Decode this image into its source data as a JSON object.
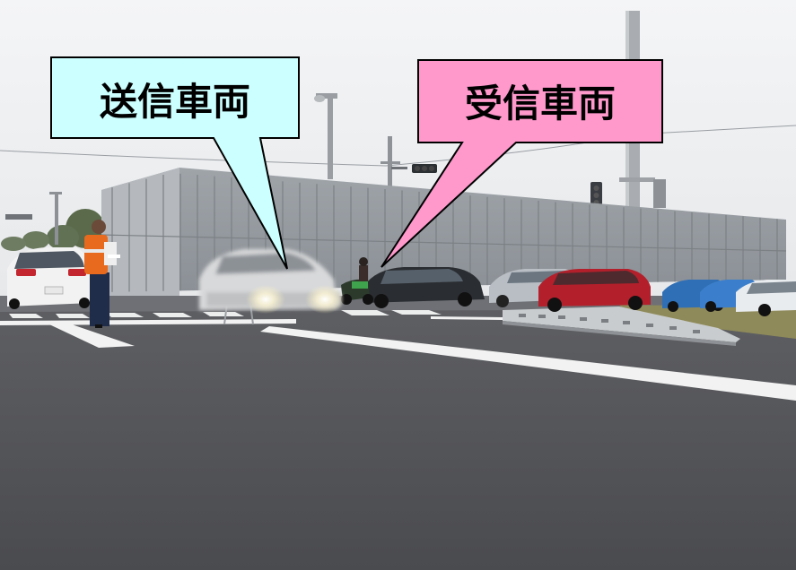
{
  "callouts": {
    "sender": {
      "label": "送信車両",
      "fill": "#ccffff"
    },
    "receiver": {
      "label": "受信車両",
      "fill": "#ff99cc"
    }
  },
  "scene": {
    "description_tags": [
      "sky",
      "container-wall",
      "road",
      "crosswalk",
      "utility-pole",
      "traffic-signal",
      "parked-cars",
      "moving-car",
      "traffic-guard",
      "motorcyclist"
    ],
    "car_colors": [
      "#f2f2f2",
      "#2a2d31",
      "#b9bec4",
      "#b3202b",
      "#2f6fb5",
      "#3b7fcc",
      "#e9ecef"
    ]
  }
}
